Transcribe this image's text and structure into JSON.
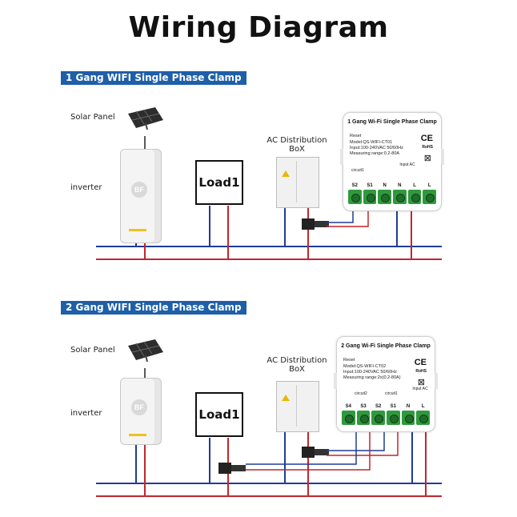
{
  "title": "Wiring Diagram",
  "colors": {
    "blue_wire": "#1f3c96",
    "red_wire": "#c0272d",
    "banner": "#1e5fa8",
    "terminal": "#2f9a3d",
    "clamp": "#222222"
  },
  "section1": {
    "banner": "1 Gang WIFI Single Phase Clamp",
    "solar_label": "Solar Panel",
    "inverter_label": "inverter",
    "inverter_logo": "BF",
    "load_label": "Load1",
    "ac_box_label_line1": "AC Distribution",
    "ac_box_label_line2": "BoX",
    "module": {
      "title": "1 Gang Wi-Fi Single Phase Clamp",
      "reset": "Reset",
      "model": "Model:QS-WIFI-CT01",
      "input": "Input:100-240VAC 50/60Hz",
      "range": "Measuring range:0.2-80A",
      "circuit1": "circuit1",
      "input_ac": "Input AC",
      "ce": "CE",
      "rohs": "RoHS",
      "terminals": [
        "S2",
        "S1",
        "N",
        "N",
        "L",
        "L"
      ]
    }
  },
  "section2": {
    "banner": "2 Gang WIFI Single Phase Clamp",
    "solar_label": "Solar Panel",
    "inverter_label": "inverter",
    "inverter_logo": "BF",
    "load_label": "Load1",
    "ac_box_label_line1": "AC Distribution",
    "ac_box_label_line2": "BoX",
    "module": {
      "title": "2 Gang Wi-Fi Single Phase Clamp",
      "reset": "Reset",
      "model": "Model:QS-WIFI-CT02",
      "input": "Input:100-240VAC 50/60Hz",
      "range": "Measuring range:2x(0.2-80A)",
      "circuit2": "circuit2",
      "circuit1": "circuit1",
      "input_ac": "Input AC",
      "ce": "CE",
      "rohs": "RoHS",
      "terminals": [
        "S4",
        "S3",
        "S2",
        "S1",
        "N",
        "L"
      ]
    }
  }
}
